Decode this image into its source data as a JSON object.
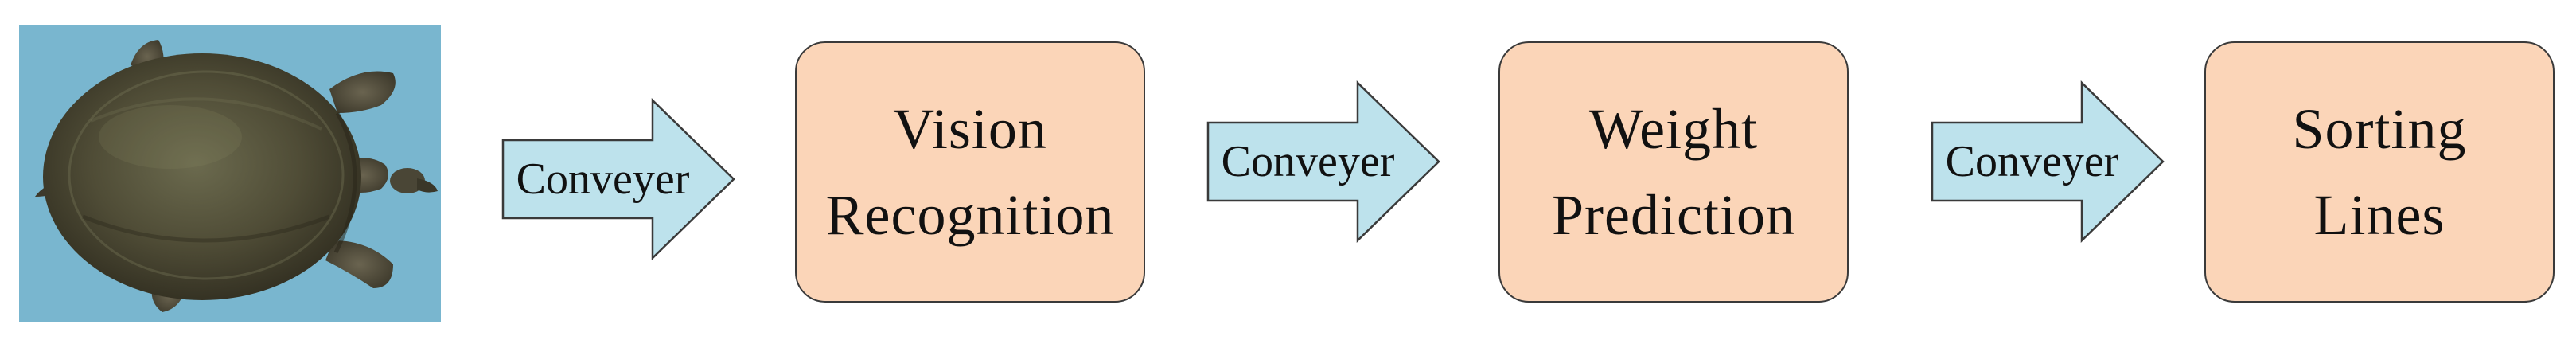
{
  "diagram": {
    "photo_subject": "softshell-turtle-photo",
    "arrows": [
      {
        "label": "Conveyer"
      },
      {
        "label": "Conveyer"
      },
      {
        "label": "Conveyer"
      }
    ],
    "stages": [
      {
        "line1": "Vision",
        "line2": "Recognition"
      },
      {
        "line1": "Weight",
        "line2": "Prediction"
      },
      {
        "line1": "Sorting",
        "line2": "Lines"
      }
    ],
    "colors": {
      "arrow_fill": "#bde2ec",
      "arrow_stroke": "#3a3a3a",
      "stage_fill": "#fbd5b8",
      "stage_stroke": "#3a3a3a",
      "photo_background": "#79b6cf"
    }
  }
}
